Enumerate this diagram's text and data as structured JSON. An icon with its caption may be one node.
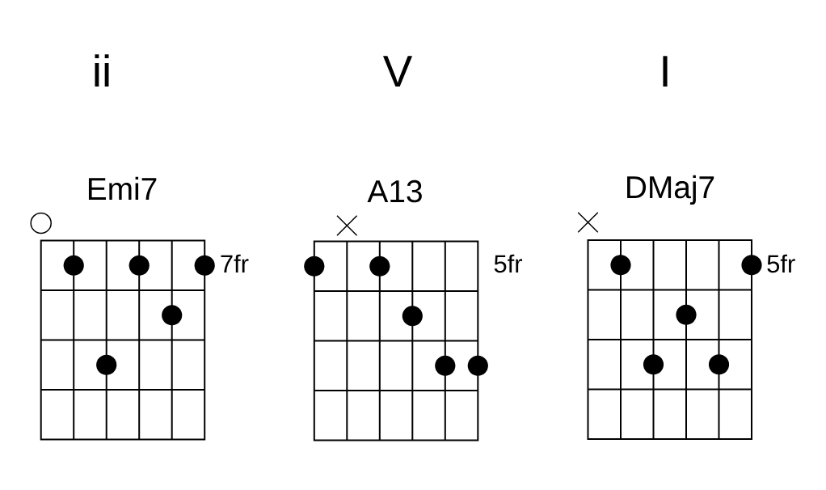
{
  "diagram": {
    "nodes": [
      {
        "text": [
          "Emi7"
        ],
        "beside": [
          "7fr"
        ]
      },
      {
        "text": [
          "A13"
        ],
        "beside": [
          "5fr"
        ]
      },
      {
        "text": [
          "DMaj7"
        ],
        "beside": [
          "5fr"
        ]
      }
    ],
    "labels": [
      "ii",
      "V",
      "I"
    ]
  }
}
